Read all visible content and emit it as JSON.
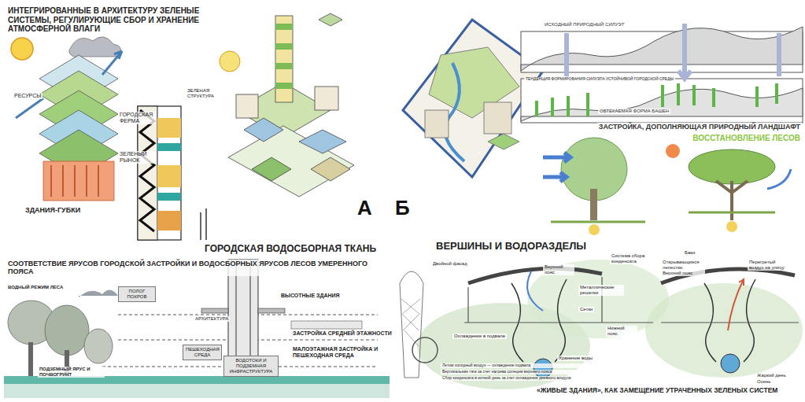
{
  "diagram": {
    "nodes": [
      {
        "text": [
          "ПОЛОГ ПОКРОВ"
        ]
      },
      {
        "text": [
          "ПЕШЕХОДНАЯ СРЕДА"
        ]
      },
      {
        "text": [
          "ВОДОТОКИ И ПОДЗЕМНАЯ ИНФРАСТРУКТУРА"
        ]
      }
    ],
    "labels": [
      "ИНТЕГРИРОВАННЫЕ В АРХИТЕКТУРУ ЗЕЛЕНЫЕ СИСТЕМЫ, РЕГУЛИРУЮЩИЕ СБОР И ХРАНЕНИЕ АТМОСФЕРНОЙ ВЛАГИ",
      "РЕСУРСЫ",
      "ГОРОДСКАЯ ФЕРМА",
      "ЗЕЛЕНЫЙ РЫНОК",
      "ЗДАНИЯ-ГУБКИ",
      "ЗЕЛЕНАЯ СТРУКТУРА",
      "А",
      "Б",
      "ИСХОДНЫЙ ПРИРОДНЫЙ СИЛУЭТ",
      "ТЕНДЕНЦИЯ ФОРМИРОВАНИЯ СИЛУЭТА УСТОЙЧИВОЙ ГОРОДСКОЙ СРЕДЫ",
      "ОБТЕКАЕМАЯ ФОРМА БАШЕН",
      "ЗАСТРОЙКА, ДОПОЛНЯЮЩАЯ ПРИРОДНЫЙ ЛАНДШАФТ",
      "ВОССТАНОВЛЕНИЕ ЛЕСОВ",
      "ГОРОДСКАЯ ВОДОСБОРНАЯ ТКАНЬ",
      "СООТВЕТСТВИЕ ЯРУСОВ ГОРОДСКОЙ ЗАСТРОЙКИ И ВОДОСБОРНЫХ ЯРУСОВ ЛЕСОВ УМЕРЕННОГО ПОЯСА",
      "ВОДНЫЙ РЕЖИМ ЛЕСА",
      "ВЫСОТНЫЕ ЗДАНИЯ",
      "АРХИТЕКТУРА",
      "ЗАСТРОЙКА СРЕДНЕЙ ЭТАЖНОСТИ",
      "МАЛОЭТАЖНАЯ ЗАСТРОЙКА И ПЕШЕХОДНАЯ СРЕДА",
      "ПОДЗЕМНЫЙ ЯРУС И ПОЧВОГРУНТ",
      "ВЕРШИНЫ И ВОДОРАЗДЕЛЫ",
      "Двойной фасад",
      "Верхний пояс",
      "Металлические решетки",
      "Сетки",
      "Система сбора конденсата",
      "Баки",
      "Открывающиеся лепестки. Верхний пояс",
      "Нижний пояс",
      "Перегретый воздух на улицу",
      "Охлаждение в подвале",
      "Хранение воды",
      "Летом холодный воздух — охлаждение подвала",
      "Вертикальная тяга за счет нагрева солнцем верхнего пояса",
      "Сбор конденсата в ночной день за счет охлаждения дневного воздуха",
      "Жаркий день",
      "Осень",
      "«ЖИВЫЕ ЗДАНИЯ», КАК ЗАМЕЩЕНИЕ УТРАЧЕННЫХ ЗЕЛЕНЫХ СИСТЕМ"
    ]
  }
}
